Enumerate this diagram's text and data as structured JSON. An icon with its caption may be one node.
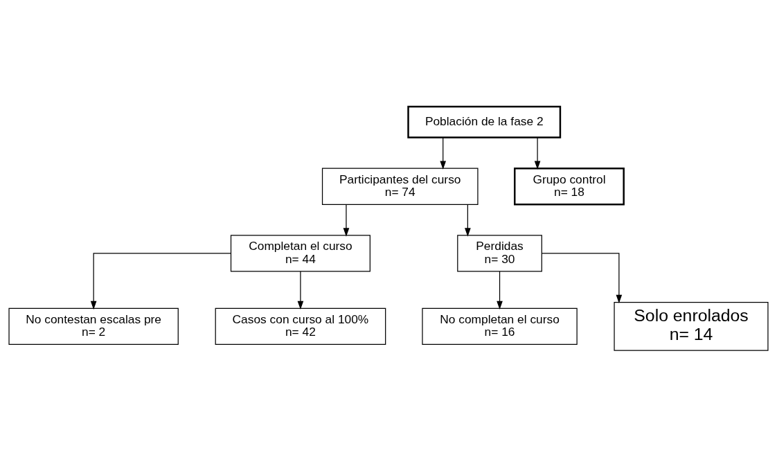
{
  "diagram": {
    "nodes": [
      {
        "text": [
          "Población de la fase 2"
        ]
      },
      {
        "text": [
          "Participantes del curso",
          "n= 74"
        ]
      },
      {
        "text": [
          "Grupo control",
          "n= 18"
        ]
      },
      {
        "text": [
          "Completan el curso",
          "n= 44"
        ]
      },
      {
        "text": [
          "Perdidas",
          "n= 30"
        ]
      },
      {
        "text": [
          "No contestan escalas pre",
          "n= 2"
        ]
      },
      {
        "text": [
          "Casos con curso al 100%",
          "n= 42"
        ]
      },
      {
        "text": [
          "No completan el curso",
          "n= 16"
        ]
      },
      {
        "text": [
          "Solo enrolados",
          "n= 14"
        ]
      }
    ],
    "edges": [
      {
        "from": 0,
        "to": 1,
        "arrow": "to"
      },
      {
        "from": 0,
        "to": 2,
        "arrow": "to"
      },
      {
        "from": 1,
        "to": 3,
        "arrow": "to"
      },
      {
        "from": 1,
        "to": 4,
        "arrow": "to"
      },
      {
        "from": 3,
        "to": 5,
        "arrow": "to"
      },
      {
        "from": 3,
        "to": 6,
        "arrow": "to"
      },
      {
        "from": 4,
        "to": 7,
        "arrow": "to"
      },
      {
        "from": 4,
        "to": 8,
        "arrow": "to"
      }
    ]
  }
}
